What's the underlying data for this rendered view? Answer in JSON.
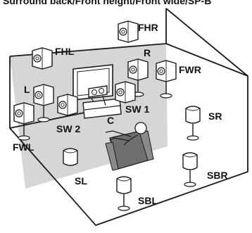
{
  "heading": "Surround back/Front height/Front wide/SP-B",
  "speakers": {
    "fhr": "FHR",
    "fhl": "FHL",
    "r": "R",
    "fwr": "FWR",
    "l": "L",
    "sw1": "SW 1",
    "sw2": "SW 2",
    "c": "C",
    "sr": "SR",
    "fwl": "FWL",
    "sl": "SL",
    "sbl": "SBL",
    "sbr": "SBR"
  },
  "colors": {
    "front_wall": "#d6d6d6",
    "line": "#1a1a1a",
    "speaker_fill": "#ffffff",
    "couch": "#6f6f6f"
  }
}
